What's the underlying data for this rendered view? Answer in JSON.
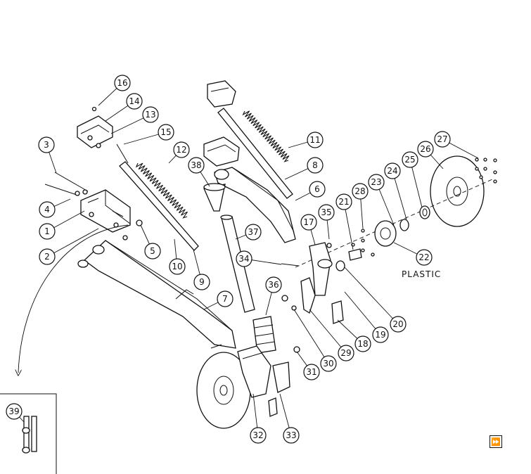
{
  "diagram": {
    "note": "PLASTIC",
    "callouts": [
      "16",
      "14",
      "13",
      "15",
      "3",
      "12",
      "38",
      "11",
      "8",
      "6",
      "4",
      "1",
      "2",
      "5",
      "35",
      "21",
      "28",
      "23",
      "24",
      "25",
      "26",
      "27",
      "17",
      "37",
      "34",
      "10",
      "9",
      "7",
      "36",
      "20",
      "22",
      "19",
      "18",
      "29",
      "30",
      "31",
      "32",
      "33",
      "39"
    ]
  },
  "controls": {
    "next_icon": "fast-forward-icon"
  }
}
